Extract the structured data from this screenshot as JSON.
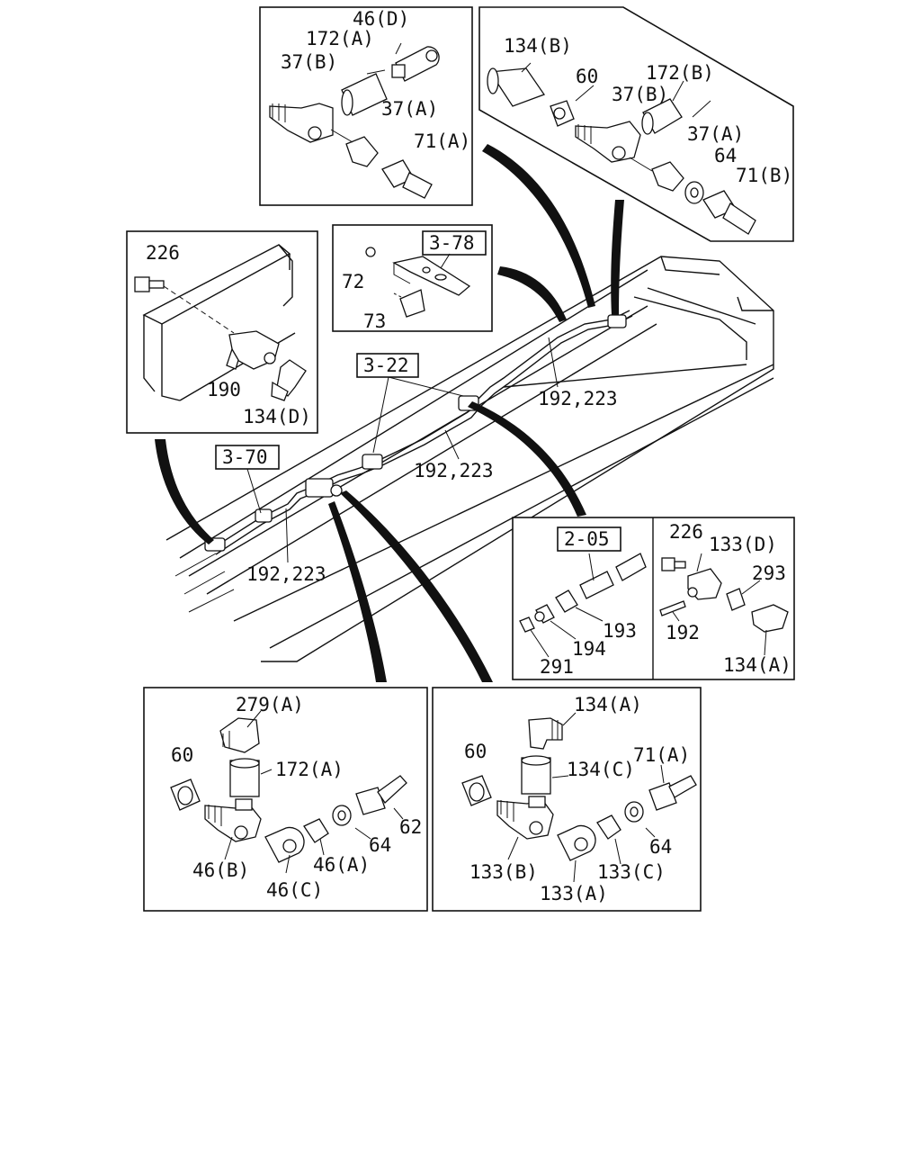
{
  "labels": {
    "p46d": "46(D)",
    "p172a_tl": "172(A)",
    "p37b_tl": "37(B)",
    "p37a_tl": "37(A)",
    "p71a_tl": "71(A)",
    "p134b": "134(B)",
    "p60_tr": "60",
    "p172b": "172(B)",
    "p37b_tr": "37(B)",
    "p37a_tr": "37(A)",
    "p64_tr": "64",
    "p71b": "71(B)",
    "p226_l": "226",
    "p190": "190",
    "p134d": "134(D)",
    "ref378": "3-78",
    "p72": "72",
    "p73": "73",
    "ref322": "3-22",
    "p192223_a": "192,223",
    "p192223_b": "192,223",
    "p192223_c": "192,223",
    "ref370": "3-70",
    "ref205": "2-05",
    "p193": "193",
    "p194": "194",
    "p291": "291",
    "p226_r": "226",
    "p133d": "133(D)",
    "p293": "293",
    "p192": "192",
    "p134a_mr": "134(A)",
    "p279a": "279(A)",
    "p60_bl": "60",
    "p172a_bl": "172(A)",
    "p62": "62",
    "p64_bl": "64",
    "p46b": "46(B)",
    "p46a": "46(A)",
    "p46c": "46(C)",
    "p134a_br": "134(A)",
    "p60_br": "60",
    "p134c": "134(C)",
    "p71a_br": "71(A)",
    "p64_br": "64",
    "p133b": "133(B)",
    "p133c": "133(C)",
    "p133a": "133(A)"
  }
}
